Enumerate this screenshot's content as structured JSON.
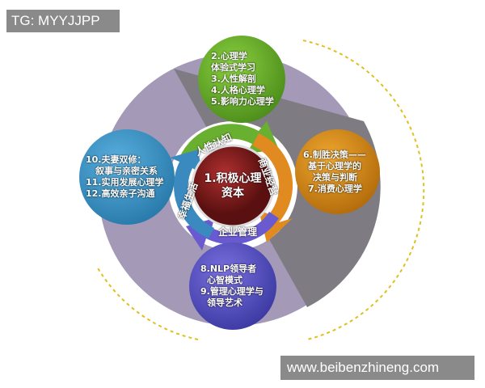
{
  "watermarks": {
    "top_left": "TG: MYYJJPP",
    "bottom_right": "www.beibenzhineng.com"
  },
  "center": {
    "lines": [
      "1.积极心理",
      "资本"
    ]
  },
  "ring": {
    "top": "人性认知",
    "right": "商业经营",
    "bottom": "企业管理",
    "left": "幸福生活"
  },
  "bubbles": {
    "top": {
      "lines": [
        "2.心理学",
        "体验式学习",
        "3.人性解剖",
        "4.人格心理学",
        "5.影响力心理学"
      ],
      "color": "#5aa01e"
    },
    "right": {
      "lines": [
        "6.制胜决策——",
        "基于心理学的",
        "决策与判断",
        "7.消费心理学"
      ],
      "color": "#d98a10"
    },
    "bottom": {
      "lines": [
        "8.NLP领导者",
        "心智模式",
        "9.管理心理学与",
        "领导艺术"
      ],
      "color": "#4a4ab8"
    },
    "left": {
      "lines": [
        "10.夫妻双修：",
        "叙事与亲密关系",
        "11.实用发展心理学",
        "12.高效亲子沟通"
      ],
      "color": "#2a8ac0"
    }
  }
}
